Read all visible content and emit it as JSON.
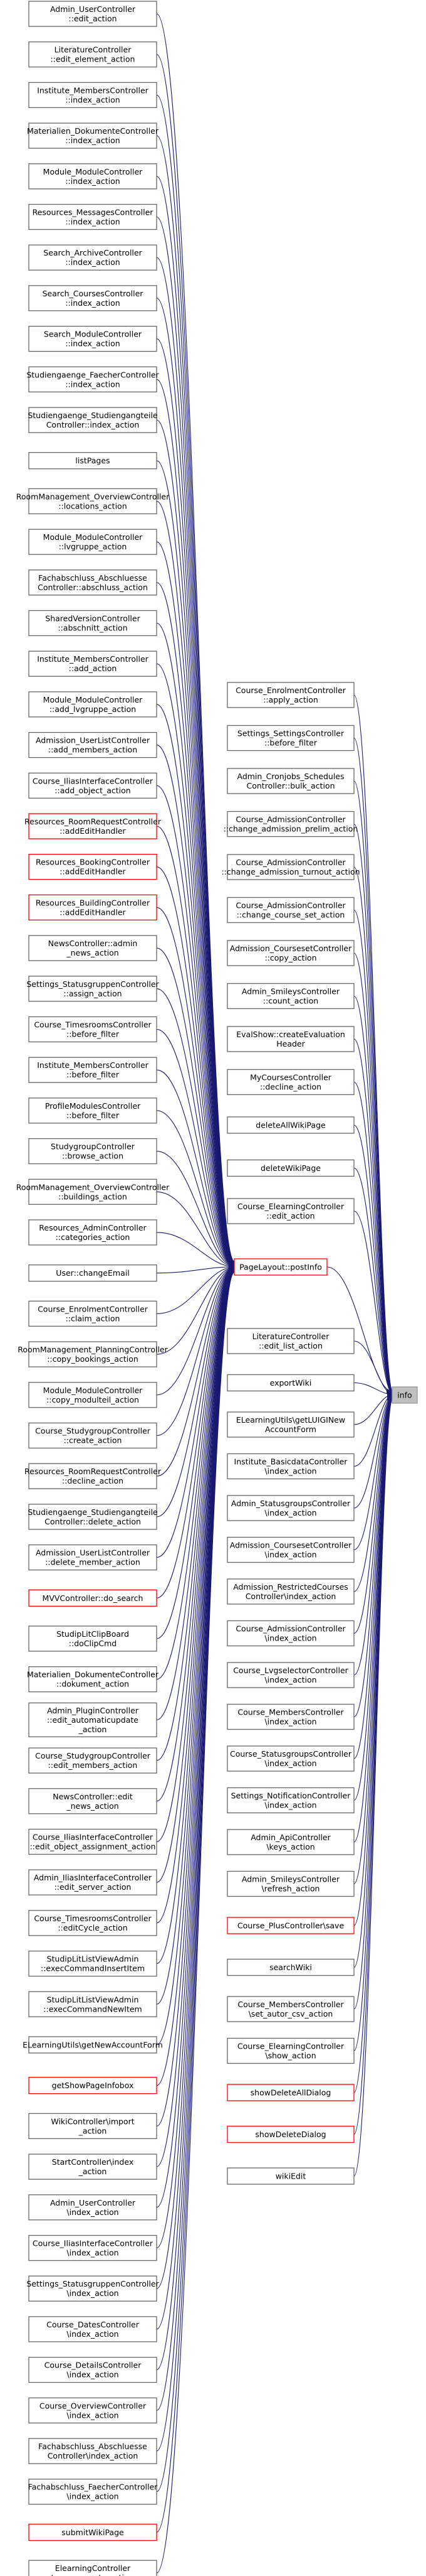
{
  "target": {
    "id": "info",
    "label": [
      "info"
    ],
    "style": "highlight"
  },
  "hub": {
    "id": "plinfo",
    "label": [
      "PageLayout::postInfo"
    ],
    "style": "red"
  },
  "left_callers": [
    {
      "id": "l0",
      "label": [
        "Admin_UserController",
        "::edit_action"
      ],
      "style": "normal"
    },
    {
      "id": "l1",
      "label": [
        "LiteratureController",
        "::edit_element_action"
      ],
      "style": "normal"
    },
    {
      "id": "l2",
      "label": [
        "Institute_MembersController",
        "::index_action"
      ],
      "style": "normal"
    },
    {
      "id": "l3",
      "label": [
        "Materialien_DokumenteController",
        "::index_action"
      ],
      "style": "normal"
    },
    {
      "id": "l4",
      "label": [
        "Module_ModuleController",
        "::index_action"
      ],
      "style": "normal"
    },
    {
      "id": "l5",
      "label": [
        "Resources_MessagesController",
        "::index_action"
      ],
      "style": "normal"
    },
    {
      "id": "l6",
      "label": [
        "Search_ArchiveController",
        "::index_action"
      ],
      "style": "normal"
    },
    {
      "id": "l7",
      "label": [
        "Search_CoursesController",
        "::index_action"
      ],
      "style": "normal"
    },
    {
      "id": "l8",
      "label": [
        "Search_ModuleController",
        "::index_action"
      ],
      "style": "normal"
    },
    {
      "id": "l9",
      "label": [
        "Studiengaenge_FaecherController",
        "::index_action"
      ],
      "style": "normal"
    },
    {
      "id": "l10",
      "label": [
        "Studiengaenge_Studiengangteile",
        "Controller::index_action"
      ],
      "style": "normal"
    },
    {
      "id": "l11",
      "label": [
        "listPages"
      ],
      "style": "normal"
    },
    {
      "id": "l12",
      "label": [
        "RoomManagement_OverviewController",
        "::locations_action"
      ],
      "style": "normal"
    },
    {
      "id": "l13",
      "label": [
        "Module_ModuleController",
        "::lvgruppe_action"
      ],
      "style": "normal"
    },
    {
      "id": "l14",
      "label": [
        "Fachabschluss_Abschluesse",
        "Controller::abschluss_action"
      ],
      "style": "normal"
    },
    {
      "id": "l15",
      "label": [
        "SharedVersionController",
        "::abschnitt_action"
      ],
      "style": "normal"
    },
    {
      "id": "l16",
      "label": [
        "Institute_MembersController",
        "::add_action"
      ],
      "style": "normal"
    },
    {
      "id": "l17",
      "label": [
        "Module_ModuleController",
        "::add_lvgruppe_action"
      ],
      "style": "normal"
    },
    {
      "id": "l18",
      "label": [
        "Admission_UserListController",
        "::add_members_action"
      ],
      "style": "normal"
    },
    {
      "id": "l19",
      "label": [
        "Course_IliasInterfaceController",
        "::add_object_action"
      ],
      "style": "normal"
    },
    {
      "id": "l20",
      "label": [
        "Resources_RoomRequestController",
        "::addEditHandler"
      ],
      "style": "red"
    },
    {
      "id": "l21",
      "label": [
        "Resources_BookingController",
        "::addEditHandler"
      ],
      "style": "red"
    },
    {
      "id": "l22",
      "label": [
        "Resources_BuildingController",
        "::addEditHandler"
      ],
      "style": "red"
    },
    {
      "id": "l23",
      "label": [
        "NewsController::admin",
        "_news_action"
      ],
      "style": "normal"
    },
    {
      "id": "l24",
      "label": [
        "Settings_StatusgruppenController",
        "::assign_action"
      ],
      "style": "normal"
    },
    {
      "id": "l25",
      "label": [
        "Course_TimesroomsController",
        "::before_filter"
      ],
      "style": "normal"
    },
    {
      "id": "l26",
      "label": [
        "Institute_MembersController",
        "::before_filter"
      ],
      "style": "normal"
    },
    {
      "id": "l27",
      "label": [
        "ProfileModulesController",
        "::before_filter"
      ],
      "style": "normal"
    },
    {
      "id": "l28",
      "label": [
        "StudygroupController",
        "::browse_action"
      ],
      "style": "normal"
    },
    {
      "id": "l29",
      "label": [
        "RoomManagement_OverviewController",
        "::buildings_action"
      ],
      "style": "normal"
    },
    {
      "id": "l30",
      "label": [
        "Resources_AdminController",
        "::categories_action"
      ],
      "style": "normal"
    },
    {
      "id": "l31",
      "label": [
        "User::changeEmail"
      ],
      "style": "normal"
    },
    {
      "id": "l32",
      "label": [
        "Course_EnrolmentController",
        "::claim_action"
      ],
      "style": "normal"
    },
    {
      "id": "l33",
      "label": [
        "RoomManagement_PlanningController",
        "::copy_bookings_action"
      ],
      "style": "normal"
    },
    {
      "id": "l34",
      "label": [
        "Module_ModuleController",
        "::copy_modulteil_action"
      ],
      "style": "normal"
    },
    {
      "id": "l35",
      "label": [
        "Course_StudygroupController",
        "::create_action"
      ],
      "style": "normal"
    },
    {
      "id": "l36",
      "label": [
        "Resources_RoomRequestController",
        "::decline_action"
      ],
      "style": "normal"
    },
    {
      "id": "l37",
      "label": [
        "Studiengaenge_Studiengangteile",
        "Controller::delete_action"
      ],
      "style": "normal"
    },
    {
      "id": "l38",
      "label": [
        "Admission_UserListController",
        "::delete_member_action"
      ],
      "style": "normal"
    },
    {
      "id": "l39",
      "label": [
        "MVVController::do_search"
      ],
      "style": "red"
    },
    {
      "id": "l40",
      "label": [
        "StudipLitClipBoard",
        "::doClipCmd"
      ],
      "style": "normal"
    },
    {
      "id": "l41",
      "label": [
        "Materialien_DokumenteController",
        "::dokument_action"
      ],
      "style": "normal"
    },
    {
      "id": "l42",
      "label": [
        "Admin_PluginController",
        "::edit_automaticupdate",
        "_action"
      ],
      "style": "normal"
    },
    {
      "id": "l43",
      "label": [
        "Course_StudygroupController",
        "::edit_members_action"
      ],
      "style": "normal"
    },
    {
      "id": "l44",
      "label": [
        "NewsController::edit",
        "_news_action"
      ],
      "style": "normal"
    },
    {
      "id": "l45",
      "label": [
        "Course_IliasInterfaceController",
        "::edit_object_assignment_action"
      ],
      "style": "normal"
    },
    {
      "id": "l46",
      "label": [
        "Admin_IliasInterfaceController",
        "::edit_server_action"
      ],
      "style": "normal"
    },
    {
      "id": "l47",
      "label": [
        "Course_TimesroomsController",
        "::editCycle_action"
      ],
      "style": "normal"
    },
    {
      "id": "l48",
      "label": [
        "StudipLitListViewAdmin",
        "::execCommandInsertItem"
      ],
      "style": "normal"
    },
    {
      "id": "l49",
      "label": [
        "StudipLitListViewAdmin",
        "::execCommandNewItem"
      ],
      "style": "normal"
    },
    {
      "id": "l50",
      "label": [
        "ELearningUtils\\getNewAccountForm"
      ],
      "style": "normal"
    },
    {
      "id": "l51",
      "label": [
        "getShowPageInfobox"
      ],
      "style": "red"
    },
    {
      "id": "l52",
      "label": [
        "WikiController\\import",
        "_action"
      ],
      "style": "normal"
    },
    {
      "id": "l53",
      "label": [
        "StartController\\index",
        "_action"
      ],
      "style": "normal"
    },
    {
      "id": "l54",
      "label": [
        "Admin_UserController",
        "\\index_action"
      ],
      "style": "normal"
    },
    {
      "id": "l55",
      "label": [
        "Course_IliasInterfaceController",
        "\\index_action"
      ],
      "style": "normal"
    },
    {
      "id": "l56",
      "label": [
        "Settings_StatusgruppenController",
        "\\index_action"
      ],
      "style": "normal"
    },
    {
      "id": "l57",
      "label": [
        "Course_DatesController",
        "\\index_action"
      ],
      "style": "normal"
    },
    {
      "id": "l58",
      "label": [
        "Course_DetailsController",
        "\\index_action"
      ],
      "style": "normal"
    },
    {
      "id": "l59",
      "label": [
        "Course_OverviewController",
        "\\index_action"
      ],
      "style": "normal"
    },
    {
      "id": "l60",
      "label": [
        "Fachabschluss_Abschluesse",
        "Controller\\index_action"
      ],
      "style": "normal"
    },
    {
      "id": "l61",
      "label": [
        "Fachabschluss_FaecherController",
        "\\index_action"
      ],
      "style": "normal"
    },
    {
      "id": "l62",
      "label": [
        "submitWikiPage"
      ],
      "style": "red"
    },
    {
      "id": "l63",
      "label": [
        "ElearningController",
        "\\my_accounts_action"
      ],
      "style": "normal"
    }
  ],
  "right_upper": [
    {
      "id": "r0",
      "label": [
        "Course_EnrolmentController",
        "::apply_action"
      ],
      "style": "normal"
    },
    {
      "id": "r1",
      "label": [
        "Settings_SettingsController",
        "::before_filter"
      ],
      "style": "normal"
    },
    {
      "id": "r2",
      "label": [
        "Admin_Cronjobs_Schedules",
        "Controller::bulk_action"
      ],
      "style": "normal"
    },
    {
      "id": "r3",
      "label": [
        "Course_AdmissionController",
        "::change_admission_prelim_action"
      ],
      "style": "normal"
    },
    {
      "id": "r4",
      "label": [
        "Course_AdmissionController",
        "::change_admission_turnout_action"
      ],
      "style": "normal"
    },
    {
      "id": "r5",
      "label": [
        "Course_AdmissionController",
        "::change_course_set_action"
      ],
      "style": "normal"
    },
    {
      "id": "r6",
      "label": [
        "Admission_CoursesetController",
        "::copy_action"
      ],
      "style": "normal"
    },
    {
      "id": "r7",
      "label": [
        "Admin_SmileysController",
        "::count_action"
      ],
      "style": "normal"
    },
    {
      "id": "r8",
      "label": [
        "EvalShow::createEvaluation",
        "Header"
      ],
      "style": "normal"
    },
    {
      "id": "r9",
      "label": [
        "MyCoursesController",
        "::decline_action"
      ],
      "style": "normal"
    },
    {
      "id": "r10",
      "label": [
        "deleteAllWikiPage"
      ],
      "style": "normal"
    },
    {
      "id": "r11",
      "label": [
        "deleteWikiPage"
      ],
      "style": "normal"
    },
    {
      "id": "r12",
      "label": [
        "Course_ElearningController",
        "::edit_action"
      ],
      "style": "normal"
    }
  ],
  "right_lower": [
    {
      "id": "r13",
      "label": [
        "LiteratureController",
        "::edit_list_action"
      ],
      "style": "normal"
    },
    {
      "id": "r14",
      "label": [
        "exportWiki"
      ],
      "style": "normal"
    },
    {
      "id": "r15",
      "label": [
        "ELearningUtils\\getLUIGINew",
        "AccountForm"
      ],
      "style": "normal"
    },
    {
      "id": "r16",
      "label": [
        "Institute_BasicdataController",
        "\\index_action"
      ],
      "style": "normal"
    },
    {
      "id": "r17",
      "label": [
        "Admin_StatusgroupsController",
        "\\index_action"
      ],
      "style": "normal"
    },
    {
      "id": "r18",
      "label": [
        "Admission_CoursesetController",
        "\\index_action"
      ],
      "style": "normal"
    },
    {
      "id": "r19",
      "label": [
        "Admission_RestrictedCourses",
        "Controller\\index_action"
      ],
      "style": "normal"
    },
    {
      "id": "r20",
      "label": [
        "Course_AdmissionController",
        "\\index_action"
      ],
      "style": "normal"
    },
    {
      "id": "r21",
      "label": [
        "Course_LvgselectorController",
        "\\index_action"
      ],
      "style": "normal"
    },
    {
      "id": "r22",
      "label": [
        "Course_MembersController",
        "\\index_action"
      ],
      "style": "normal"
    },
    {
      "id": "r23",
      "label": [
        "Course_StatusgroupsController",
        "\\index_action"
      ],
      "style": "normal"
    },
    {
      "id": "r24",
      "label": [
        "Settings_NotificationController",
        "\\index_action"
      ],
      "style": "normal"
    },
    {
      "id": "r25",
      "label": [
        "Admin_ApiController",
        "\\keys_action"
      ],
      "style": "normal"
    },
    {
      "id": "r26",
      "label": [
        "Admin_SmileysController",
        "\\refresh_action"
      ],
      "style": "normal"
    },
    {
      "id": "r27",
      "label": [
        "Course_PlusController\\save"
      ],
      "style": "red"
    },
    {
      "id": "r28",
      "label": [
        "searchWiki"
      ],
      "style": "normal"
    },
    {
      "id": "r29",
      "label": [
        "Course_MembersController",
        "\\set_autor_csv_action"
      ],
      "style": "normal"
    },
    {
      "id": "r30",
      "label": [
        "Course_ElearningController",
        "\\show_action"
      ],
      "style": "normal"
    },
    {
      "id": "r31",
      "label": [
        "showDeleteAllDialog"
      ],
      "style": "red"
    },
    {
      "id": "r32",
      "label": [
        "showDeleteDialog"
      ],
      "style": "red"
    },
    {
      "id": "r33",
      "label": [
        "wikiEdit"
      ],
      "style": "normal"
    }
  ]
}
